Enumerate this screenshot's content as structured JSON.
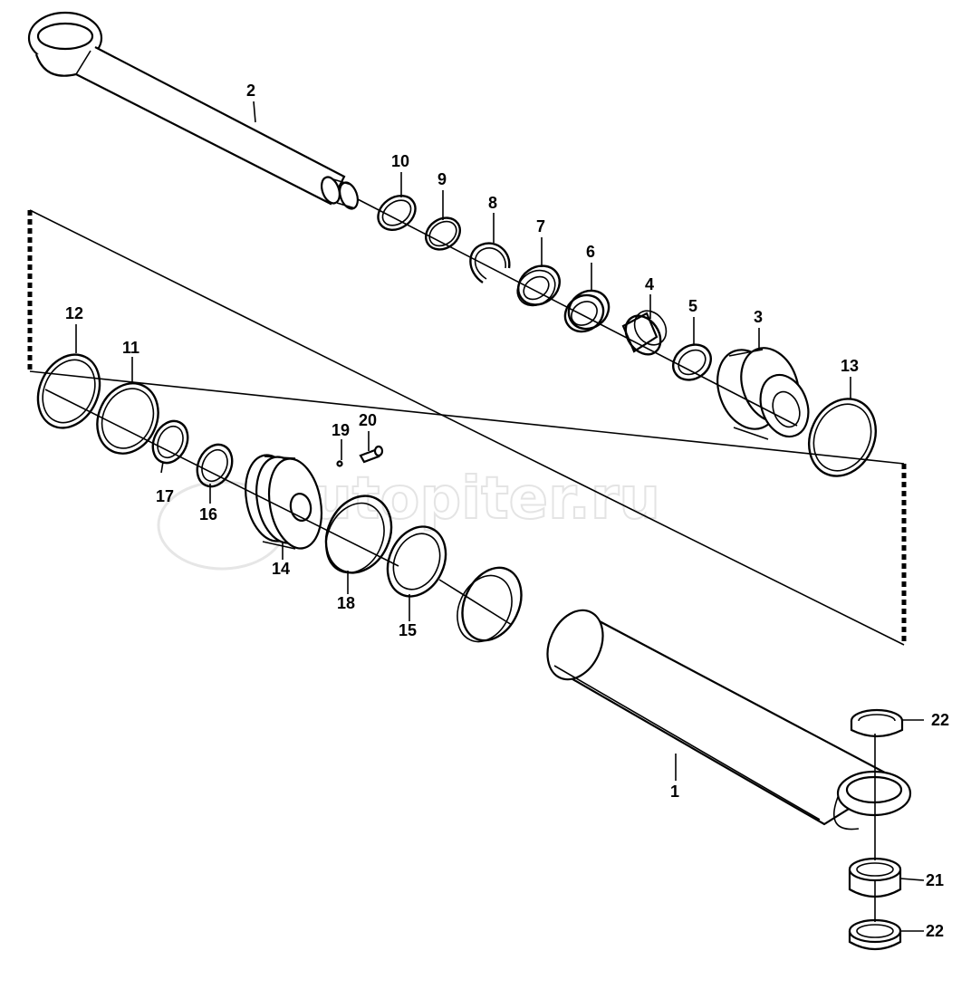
{
  "watermark": "autopiter.ru",
  "callouts": {
    "p1": "1",
    "p2": "2",
    "p3": "3",
    "p4": "4",
    "p5": "5",
    "p6": "6",
    "p7": "7",
    "p8": "8",
    "p9": "9",
    "p10": "10",
    "p11": "11",
    "p12": "12",
    "p13": "13",
    "p14": "14",
    "p15": "15",
    "p16": "16",
    "p17": "17",
    "p18": "18",
    "p19": "19",
    "p20": "20",
    "p21": "21",
    "p22a": "22",
    "p22b": "22"
  }
}
